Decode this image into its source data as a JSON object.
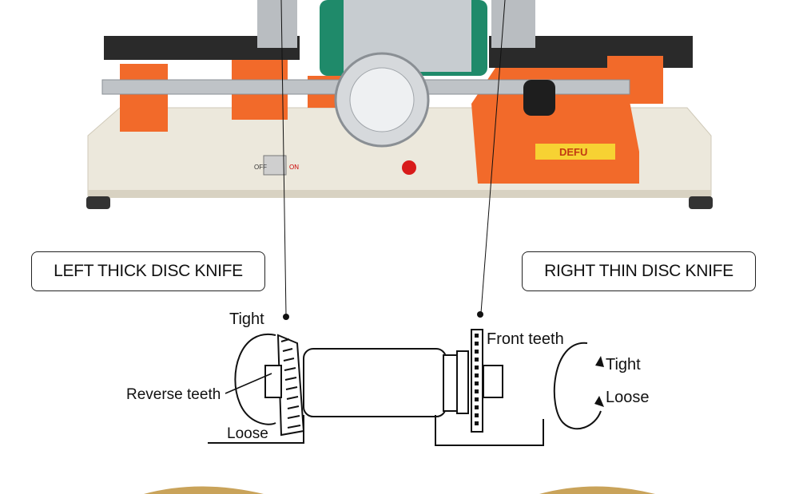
{
  "labels": {
    "left_box": "LEFT THICK DISC KNIFE",
    "right_box": "RIGHT THIN DISC KNIFE"
  },
  "diagram": {
    "left_tight": "Tight",
    "reverse_teeth": "Reverse teeth",
    "left_loose": "Loose",
    "front_teeth": "Front teeth",
    "right_tight": "Tight",
    "right_loose": "Loose"
  },
  "machine": {
    "brand": "DEFU",
    "switch_off": "OFF",
    "switch_on": "ON"
  },
  "colors": {
    "machine_orange": "#f26a2a",
    "base_beige": "#ece8dc",
    "motor_green": "#1f8a6a",
    "indicator_red": "#d81b1b"
  }
}
